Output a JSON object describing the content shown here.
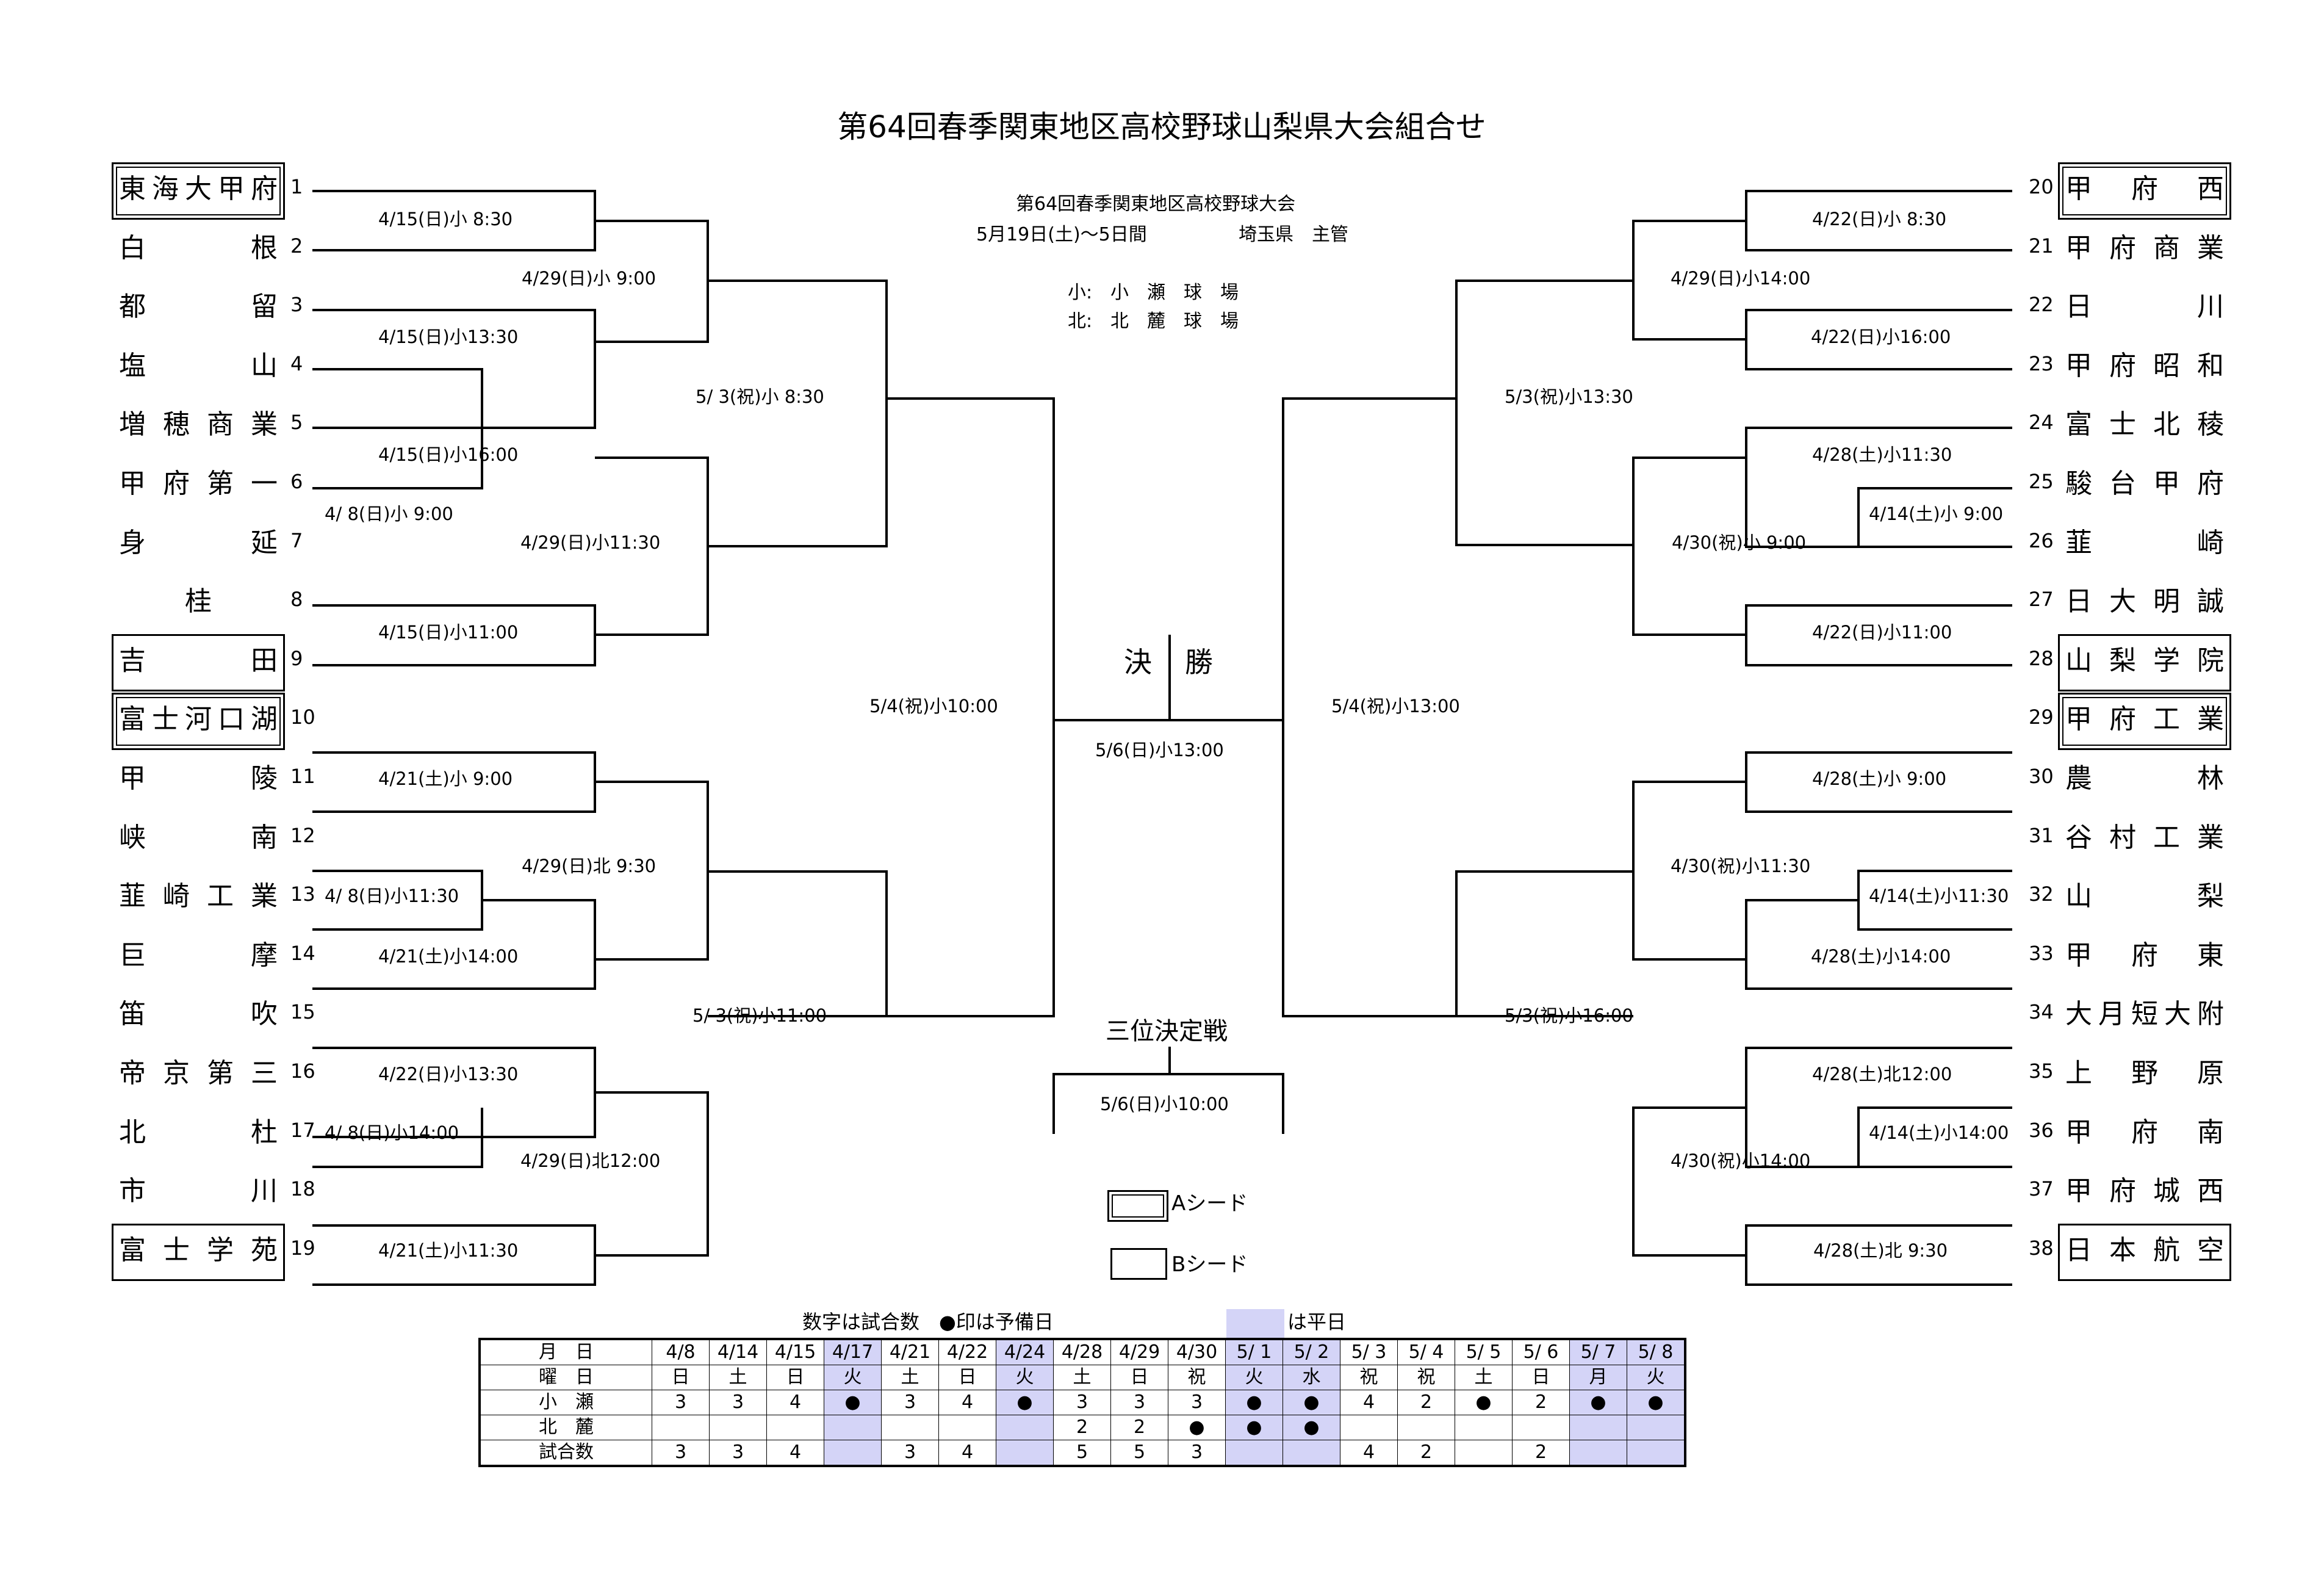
{
  "title": "第64回春季関東地区高校野球山梨県大会組合せ",
  "info": {
    "line1": "第64回春季関東地区高校野球大会",
    "line2a": "5月19日(土)～5日間",
    "line2b": "埼玉県　主管",
    "venue1_code": "小:",
    "venue1_name": "小　瀬　球　場",
    "venue2_code": "北:",
    "venue2_name": "北　麓　球　場"
  },
  "final_label": [
    "決",
    "勝"
  ],
  "final_date": "5/6(日)小13:00",
  "third_label": "三位決定戦",
  "third_date": "5/6(日)小10:00",
  "legend": {
    "a_seed": "Aシード",
    "b_seed": "Bシード"
  },
  "left_teams": [
    {
      "num": "1",
      "name": "東海大甲府",
      "seed": "A"
    },
    {
      "num": "2",
      "name": "白根"
    },
    {
      "num": "3",
      "name": "都留"
    },
    {
      "num": "4",
      "name": "塩山"
    },
    {
      "num": "5",
      "name": "増穂商業"
    },
    {
      "num": "6",
      "name": "甲府第一"
    },
    {
      "num": "7",
      "name": "身延"
    },
    {
      "num": "8",
      "name": "桂",
      "center": true
    },
    {
      "num": "9",
      "name": "吉田",
      "seed": "B"
    },
    {
      "num": "10",
      "name": "富士河口湖",
      "seed": "A"
    },
    {
      "num": "11",
      "name": "甲陵"
    },
    {
      "num": "12",
      "name": "峡南"
    },
    {
      "num": "13",
      "name": "韮崎工業"
    },
    {
      "num": "14",
      "name": "巨摩"
    },
    {
      "num": "15",
      "name": "笛吹"
    },
    {
      "num": "16",
      "name": "帝京第三"
    },
    {
      "num": "17",
      "name": "北杜"
    },
    {
      "num": "18",
      "name": "市川"
    },
    {
      "num": "19",
      "name": "富士学苑",
      "seed": "B"
    }
  ],
  "right_teams": [
    {
      "num": "20",
      "name": "甲府西",
      "seed": "A"
    },
    {
      "num": "21",
      "name": "甲府商業"
    },
    {
      "num": "22",
      "name": "日川"
    },
    {
      "num": "23",
      "name": "甲府昭和"
    },
    {
      "num": "24",
      "name": "富士北稜"
    },
    {
      "num": "25",
      "name": "駿台甲府"
    },
    {
      "num": "26",
      "name": "韮崎"
    },
    {
      "num": "27",
      "name": "日大明誠"
    },
    {
      "num": "28",
      "name": "山梨学院",
      "seed": "B"
    },
    {
      "num": "29",
      "name": "甲府工業",
      "seed": "A"
    },
    {
      "num": "30",
      "name": "農林"
    },
    {
      "num": "31",
      "name": "谷村工業"
    },
    {
      "num": "32",
      "name": "山梨"
    },
    {
      "num": "33",
      "name": "甲府東"
    },
    {
      "num": "34",
      "name": "大月短大附"
    },
    {
      "num": "35",
      "name": "上野原"
    },
    {
      "num": "36",
      "name": "甲府南"
    },
    {
      "num": "37",
      "name": "甲府城西"
    },
    {
      "num": "38",
      "name": "日本航空",
      "seed": "B"
    }
  ],
  "match_labels": {
    "l1_2": "4/15(日)小 8:30",
    "l1_34": "4/29(日)小 9:00",
    "l3_4": "4/15(日)小13:30",
    "l1_q": "5/ 3(祝)小 8:30",
    "l5_6": "4/15(日)小16:00",
    "l6_7": "4/ 8(日)小 9:00",
    "l5_7": "4/29(日)小11:30",
    "l8_9": "4/15(日)小11:00",
    "l_sf": "5/4(祝)小10:00",
    "l10_11": "4/21(土)小 9:00",
    "l10_14": "4/29(日)北 9:30",
    "l12_13": "4/ 8(日)小11:30",
    "l13_14": "4/21(土)小14:00",
    "l2_q": "5/ 3(祝)小11:00",
    "l15_16": "4/22(日)小13:30",
    "l16_17": "4/ 8(日)小14:00",
    "l15_19": "4/29(日)北12:00",
    "l18_19": "4/21(土)小11:30",
    "r20_21": "4/22(日)小 8:30",
    "r20_23": "4/29(日)小14:00",
    "r22_23": "4/22(日)小16:00",
    "r1_q": "5/3(祝)小13:30",
    "r24_25": "4/28(土)小11:30",
    "r25_26": "4/14(土)小 9:00",
    "r24_28": "4/30(祝)小 9:00",
    "r27_28": "4/22(日)小11:00",
    "r_sf": "5/4(祝)小13:00",
    "r29_30": "4/28(土)小 9:00",
    "r29_33": "4/30(祝)小11:30",
    "r31_32": "4/14(土)小11:30",
    "r32_33": "4/28(土)小14:00",
    "r2_q": "5/3(祝)小16:00",
    "r34_35": "4/28(土)北12:00",
    "r35_36": "4/14(土)小14:00",
    "r34_38": "4/30(祝)小14:00",
    "r37_38": "4/28(土)北 9:30"
  },
  "schedule": {
    "note1": "数字は試合数　●印は予備日",
    "note2": "は平日",
    "highlight_color": "#d4d4f7",
    "row_labels": [
      "月　日",
      "曜　日",
      "小　瀬",
      "北　麓",
      "試合数"
    ],
    "dates": [
      "4/8",
      "4/14",
      "4/15",
      "4/17",
      "4/21",
      "4/22",
      "4/24",
      "4/28",
      "4/29",
      "4/30",
      "5/ 1",
      "5/ 2",
      "5/ 3",
      "5/ 4",
      "5/ 5",
      "5/ 6",
      "5/ 7",
      "5/ 8"
    ],
    "weekdays": [
      "日",
      "土",
      "日",
      "火",
      "土",
      "日",
      "火",
      "土",
      "日",
      "祝",
      "火",
      "水",
      "祝",
      "祝",
      "土",
      "日",
      "月",
      "火"
    ],
    "kose": [
      "3",
      "3",
      "4",
      "●",
      "3",
      "4",
      "●",
      "3",
      "3",
      "3",
      "●",
      "●",
      "4",
      "2",
      "●",
      "2",
      "●",
      "●"
    ],
    "hokuroku": [
      "",
      "",
      "",
      "",
      "",
      "",
      "",
      "2",
      "2",
      "●",
      "●",
      "●",
      "",
      "",
      "",
      "",
      "",
      ""
    ],
    "games": [
      "3",
      "3",
      "4",
      "",
      "3",
      "4",
      "",
      "5",
      "5",
      "3",
      "",
      "",
      "4",
      "2",
      "",
      "2",
      "",
      ""
    ],
    "weekday_flags": [
      false,
      false,
      false,
      true,
      false,
      false,
      true,
      false,
      false,
      false,
      true,
      true,
      false,
      false,
      false,
      false,
      true,
      true
    ]
  }
}
